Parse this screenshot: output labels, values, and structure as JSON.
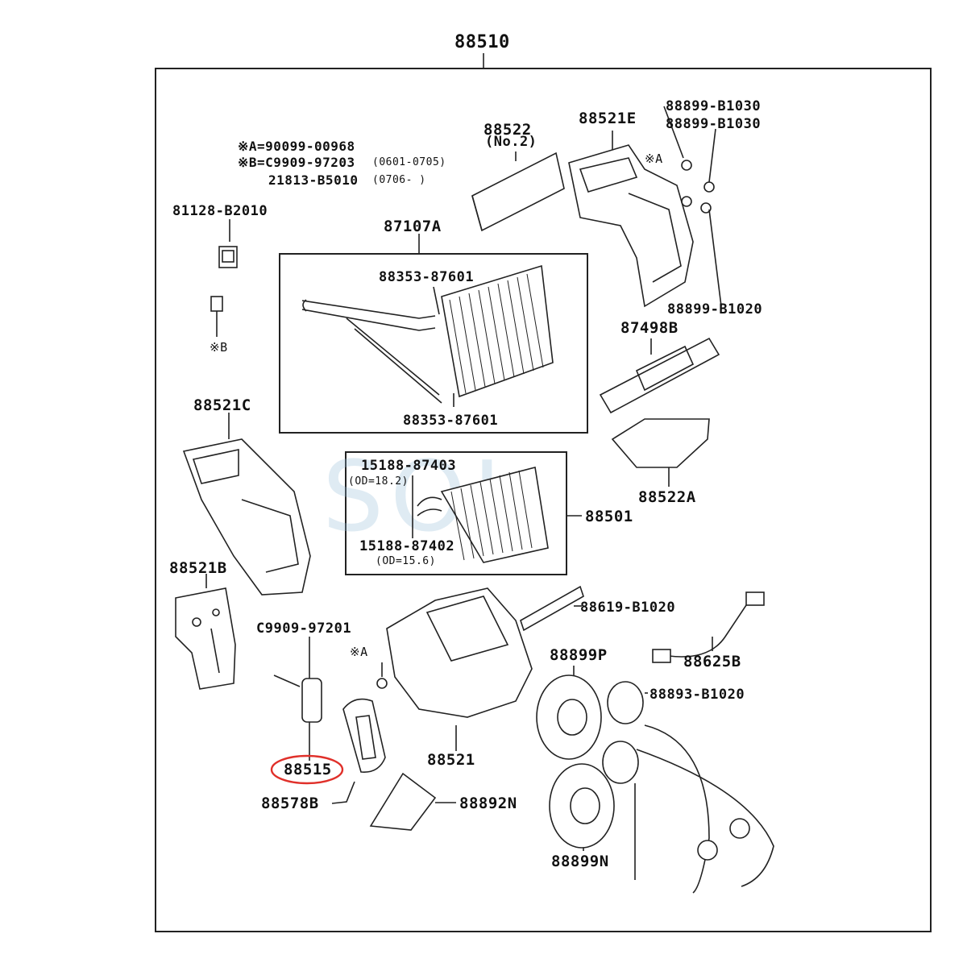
{
  "diagram": {
    "top_label": "88510",
    "notes": {
      "a_line": "※A=90099-00968",
      "b_line1": "※B=C9909-97203",
      "b_date1": "(0601-0705)",
      "b_line2": "21813-B5010",
      "b_date2": "(0706-    )"
    },
    "labels": {
      "p81128": "81128-B2010",
      "mark_b": "※B",
      "p87107a": "87107A",
      "p88353_top": "88353-87601",
      "p88353_bot": "88353-87601",
      "p88522": "88522",
      "p88522_no2": "(No.2)",
      "p88521e": "88521E",
      "p88899_b1030_a": "88899-B1030",
      "p88899_b1030_b": "88899-B1030",
      "mark_a_top": "※A",
      "p88899_b1020": "88899-B1020",
      "p87498b": "87498B",
      "p88521c": "88521C",
      "p15188_87403": "15188-87403",
      "od_182": "(OD=18.2)",
      "p15188_87402": "15188-87402",
      "od_156": "(OD=15.6)",
      "p88501": "88501",
      "p88522a": "88522A",
      "p88521b": "88521B",
      "p88619": "88619-B1020",
      "pc9909_97201": "C9909-97201",
      "mark_a_mid": "※A",
      "p88899p": "88899P",
      "p88625b": "88625B",
      "p88893": "88893-B1020",
      "p88515": "88515",
      "p88521": "88521",
      "p88578b": "88578B",
      "p88892n": "88892N",
      "p88899n": "88899N"
    },
    "watermark": "SOL",
    "highlight_color": "#e0302a"
  }
}
